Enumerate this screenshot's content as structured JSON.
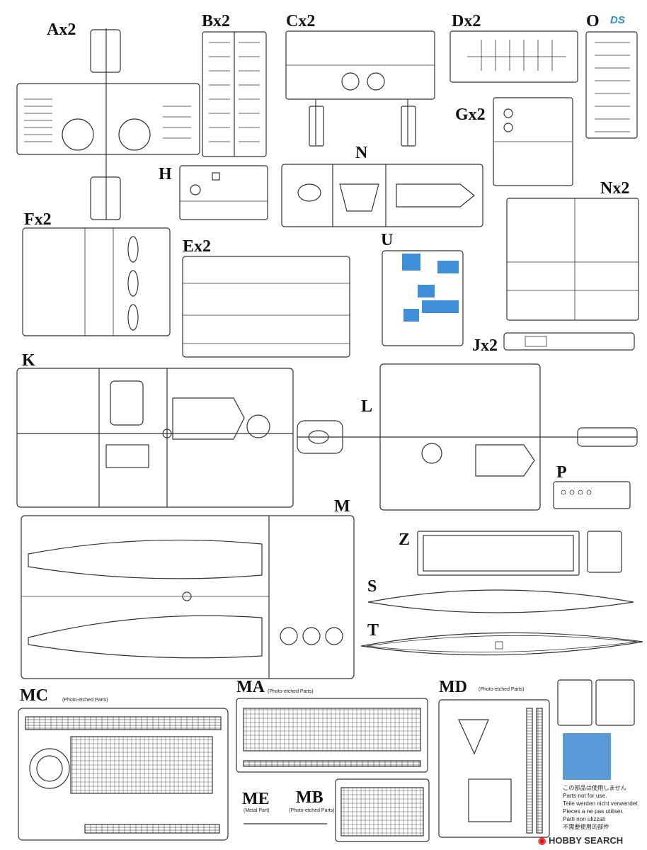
{
  "labels": {
    "Ax2": "Ax2",
    "Bx2": "Bx2",
    "Cx2": "Cx2",
    "Dx2": "Dx2",
    "O": "O",
    "Gx2": "Gx2",
    "H": "H",
    "N": "N",
    "Nx2": "Nx2",
    "Fx2": "Fx2",
    "Ex2": "Ex2",
    "U": "U",
    "Jx2": "Jx2",
    "K": "K",
    "L": "L",
    "M": "M",
    "P": "P",
    "Z": "Z",
    "S": "S",
    "T": "T",
    "MC": "MC",
    "MA": "MA",
    "MD": "MD",
    "ME": "ME",
    "MB": "MB"
  },
  "sublabels": {
    "mc": "(Photo-etched Parts)",
    "ma": "(Photo-etched Parts)",
    "md": "(Photo-etched Parts)",
    "me": "(Metal Part)",
    "mb": "(Photo-etched Parts)"
  },
  "logo": "DS",
  "notice": [
    "この部品は使用しません",
    "Parts not for use.",
    "Teile werden nicht verwendet.",
    "Pieces a ne pas utiliser.",
    "Parti non ulizzati",
    "不需要使用的部件"
  ],
  "watermark": {
    "prefix": "HOBBY",
    "suffix": " SEARCH"
  },
  "colors": {
    "line": "#333333",
    "blue": "#3f8fd8",
    "decal": "#5b9ad9"
  }
}
